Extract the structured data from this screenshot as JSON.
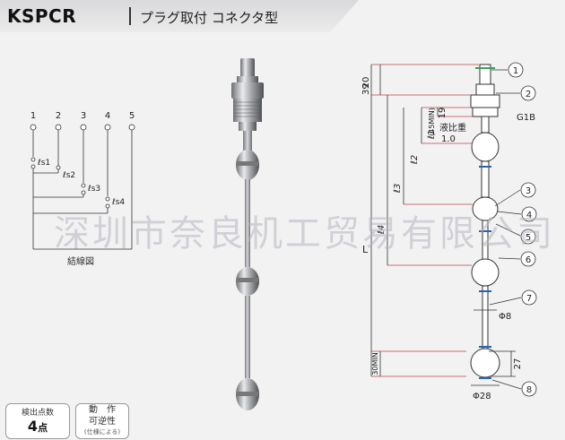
{
  "header": {
    "model": "KSPCR",
    "subtitle": "プラグ取付 コネクタ型"
  },
  "wiring": {
    "pins": [
      "1",
      "2",
      "3",
      "4",
      "5"
    ],
    "switches": [
      "ℓs1",
      "ℓs2",
      "ℓs3",
      "ℓs4"
    ],
    "caption": "結線図"
  },
  "dimensions": {
    "d20": "20",
    "d39": "39",
    "d19": "19",
    "l1": "ℓ1",
    "l2": "ℓ2",
    "l3": "ℓ3",
    "l4": "ℓ4",
    "l1_note": "(45MIN)",
    "L": "L",
    "min30": "30MIN",
    "gravity_label": "液比重",
    "gravity_value": "1.0",
    "thread": "G1B",
    "d27": "27",
    "phi8": "Φ8",
    "phi28": "Φ28"
  },
  "callouts": [
    "1",
    "2",
    "3",
    "4",
    "5",
    "6",
    "7",
    "8"
  ],
  "watermark": "深圳市奈良机工贸易有限公司",
  "badges": {
    "points_label": "検出点数",
    "points_value": "4",
    "points_unit": "点",
    "action_label1": "動　作",
    "action_label2": "可逆性",
    "action_note": "(仕様による)"
  }
}
